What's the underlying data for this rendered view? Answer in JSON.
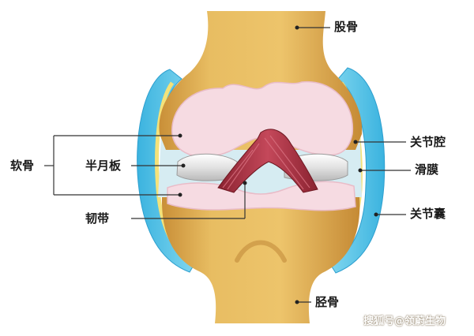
{
  "labels": {
    "femur": "股骨",
    "joint_cavity": "关节腔",
    "synovium": "滑膜",
    "joint_capsule": "关节囊",
    "tibia": "胫骨",
    "cartilage": "软骨",
    "meniscus": "半月板",
    "ligament": "韧带"
  },
  "watermark": "搜狐号@领蔚生物",
  "colors": {
    "bone": "#e8bd62",
    "bone_shadow": "#c98f38",
    "cartilage": "#f6dbe2",
    "meniscus": "#e8e8e8",
    "ligament": "#a8323f",
    "capsule": "#4fc3e6",
    "synovium": "#f4e27a",
    "cavity": "#d6ecf2",
    "line": "#333333"
  }
}
